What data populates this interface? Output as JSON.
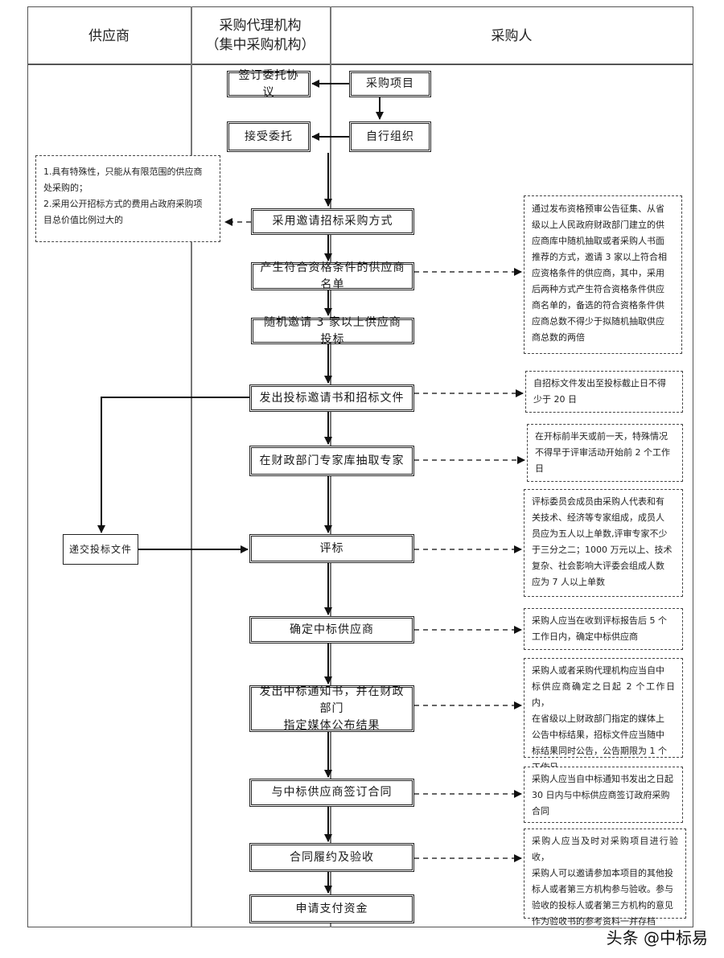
{
  "lanes": {
    "supplier": "供应商",
    "agency_line1": "采购代理机构",
    "agency_line2": "（集中采购机构）",
    "purchaser": "采购人"
  },
  "steps": {
    "sign_agreement": "签订委托协议",
    "procurement_project": "采购项目",
    "accept_commission": "接受委托",
    "self_organize": "自行组织",
    "invite_method": "采用邀请招标采购方式",
    "supplier_list": "产生符合资格条件的供应商名单",
    "invite_three": "随机邀请 3 家以上供应商投标",
    "issue_docs": "发出投标邀请书和招标文件",
    "draw_experts": "在财政部门专家库抽取专家",
    "submit_bid": "递交投标文件",
    "evaluate": "评标",
    "determine_winner": "确定中标供应商",
    "notify_line1": "发出中标通知书，并在财政部门",
    "notify_line2": "指定媒体公布结果",
    "sign_contract": "与中标供应商签订合同",
    "fulfil_accept": "合同履约及验收",
    "apply_payment": "申请支付资金"
  },
  "notes": {
    "conditions": [
      "1.具有特殊性，只能从有限范围的供应商",
      "处采购的；",
      "2.采用公开招标方式的费用占政府采购项",
      "目总价值比例过大的"
    ],
    "prequal": [
      "通过发布资格预审公告征集、从省",
      "级以上人民政府财政部门建立的供",
      "应商库中随机抽取或者采购人书面",
      "推荐的方式，邀请 3 家以上符合相",
      "应资格条件的供应商，其中，采用",
      "后两种方式产生符合资格条件供应",
      "商名单的，备选的符合资格条件供",
      "应商总数不得少于拟随机抽取供应",
      "商总数的两倍"
    ],
    "deadline": [
      "自招标文件发出至投标截止日不得",
      "少于 20 日"
    ],
    "experts": [
      "在开标前半天或前一天，特殊情况",
      "不得早于评审活动开始前 2 个工作",
      "日"
    ],
    "committee": [
      "评标委员会成员由采购人代表和有",
      "关技术、经济等专家组成，成员人",
      "员应为五人以上单数,评审专家不少",
      "于三分之二；1000 万元以上、技术",
      "复杂、社会影响大评委会组成人数",
      "应为 7 人以上单数"
    ],
    "confirm": [
      "采购人应当在收到评标报告后 5 个",
      "工作日内，确定中标供应商"
    ],
    "publish": [
      "采购人或者采购代理机构应当自中",
      "标供应商确定之日起 2 个工作日内，",
      "在省级以上财政部门指定的媒体上",
      "公告中标结果，招标文件应当随中",
      "标结果同时公告，公告期限为 1 个",
      "工作日"
    ],
    "contract": [
      "采购人应当自中标通知书发出之日起",
      "30 日内与中标供应商签订政府采购",
      "合同"
    ],
    "acceptance": [
      "采购人应当及时对采购项目进行验收，",
      "采购人可以邀请参加本项目的其他投",
      "标人或者第三方机构参与验收。参与",
      "验收的投标人或者第三方机构的意见",
      "作为验收书的参考资料一并存档"
    ]
  },
  "watermark": "头条 @中标易"
}
